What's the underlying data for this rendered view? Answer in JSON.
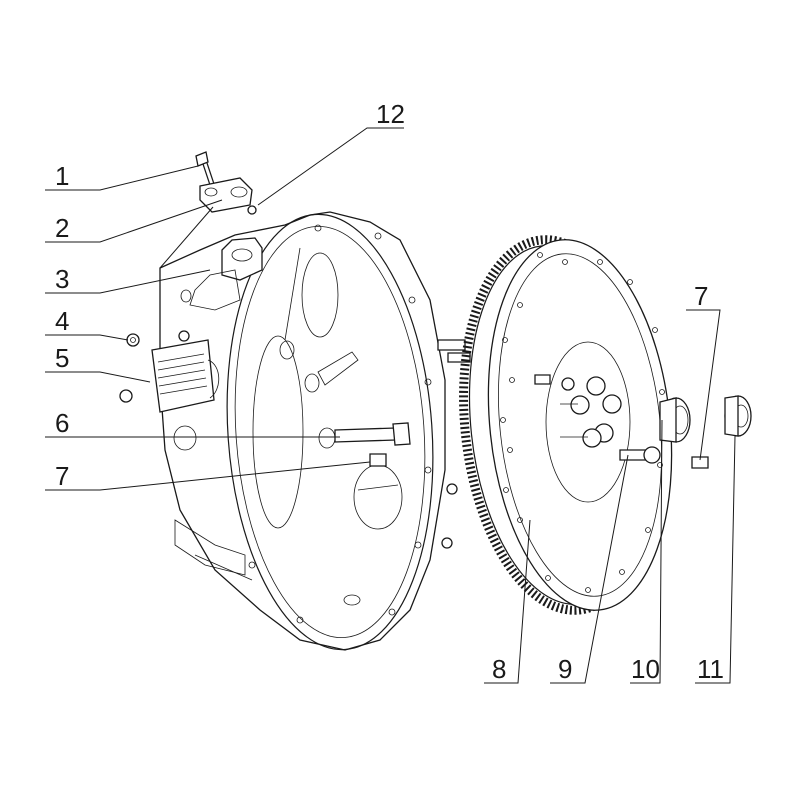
{
  "callouts": {
    "c1": "1",
    "c2": "2",
    "c3": "3",
    "c4": "4",
    "c5": "5",
    "c6": "6",
    "c7a": "7",
    "c7b": "7",
    "c8": "8",
    "c9": "9",
    "c10": "10",
    "c11": "11",
    "c12": "12"
  }
}
